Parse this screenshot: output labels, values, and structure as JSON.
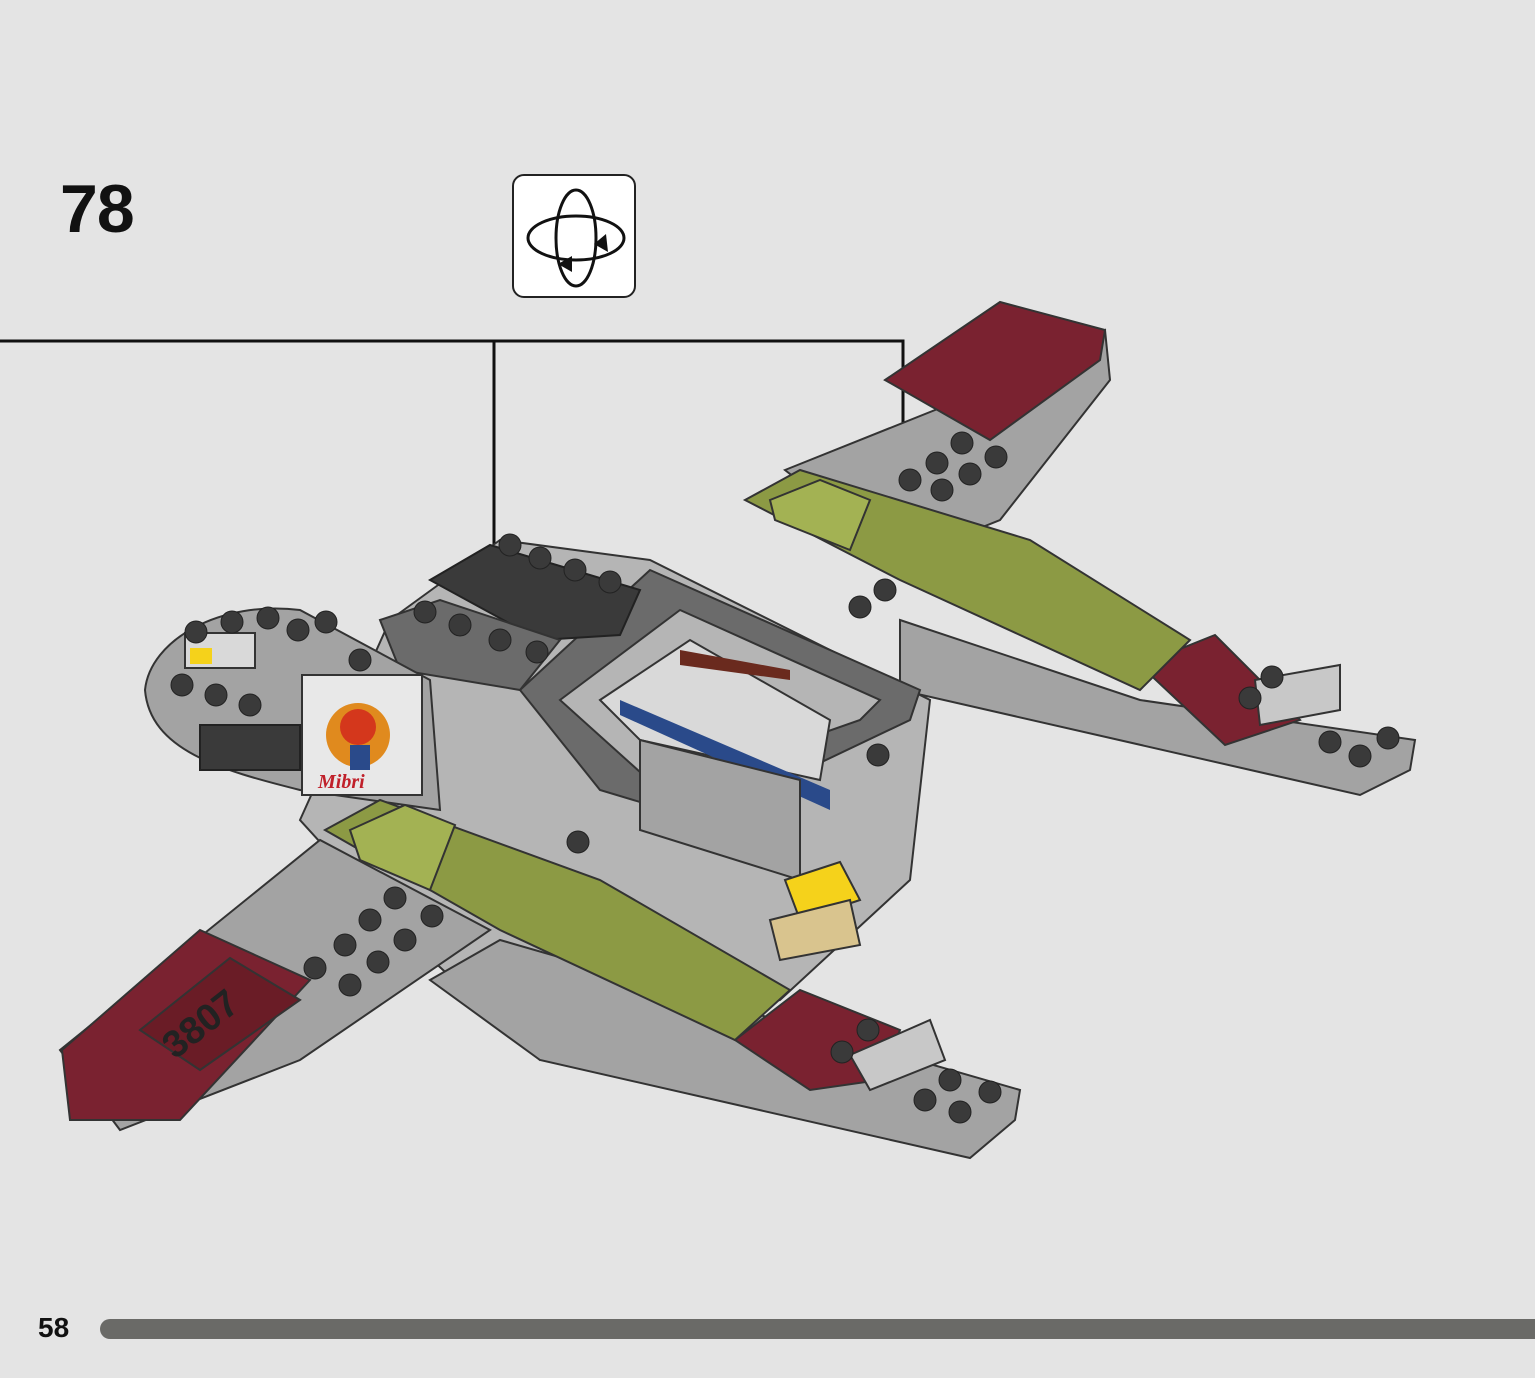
{
  "page": {
    "step_number": "78",
    "page_number": "58",
    "rotate_icon": "rotate-model-icon",
    "progress_fraction": 1.0
  },
  "model": {
    "decal_registration": "3807",
    "decal_logo_text": "Mibri"
  },
  "colors": {
    "background": "#e4e4e4",
    "light_gray": "#a3a3a3",
    "dark_gray": "#6b6b6b",
    "black_tile": "#3a3a3a",
    "dark_red": "#7a2230",
    "olive_green": "#8c9a44",
    "yellow": "#f5d21b",
    "tan": "#d9c48e",
    "blue": "#2a4a8a",
    "brown": "#6a2a1e",
    "progress": "#6a6a67"
  }
}
